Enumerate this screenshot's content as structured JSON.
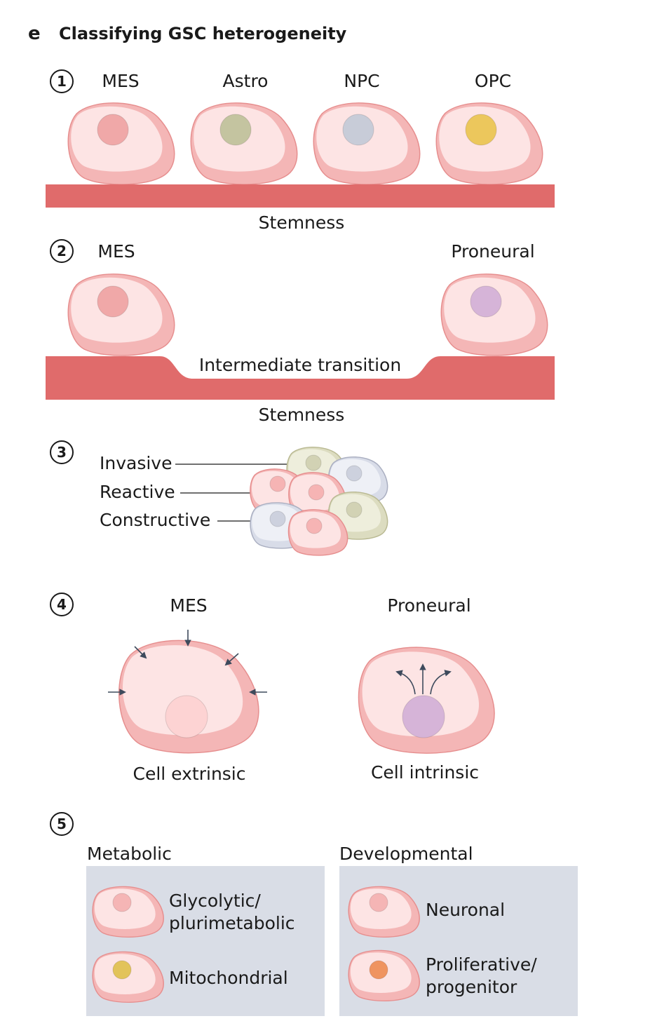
{
  "panel": {
    "letter": "e",
    "title": "Classifying GSC heterogeneity"
  },
  "colors": {
    "cell_fill": "#fde4e4",
    "cell_rim": "#f4b6b6",
    "cell_stroke": "#e68e8e",
    "bar": "#e06b6b",
    "box_bg": "#d9dde6",
    "arrow": "#3d4a5c"
  },
  "section1": {
    "number": "1",
    "labels": [
      "MES",
      "Astro",
      "NPC",
      "OPC"
    ],
    "nucleus_colors": [
      "#f0a8a8",
      "#c4c4a0",
      "#c8ccd8",
      "#ecc75c"
    ],
    "bar_label": "Stemness"
  },
  "section2": {
    "number": "2",
    "left_label": "MES",
    "right_label": "Proneural",
    "dip_label": "Intermediate transition",
    "bar_label": "Stemness",
    "nucleus_colors": [
      "#f0a8a8",
      "#d6b4d8"
    ]
  },
  "section3": {
    "number": "3",
    "labels": [
      "Invasive",
      "Reactive",
      "Constructive"
    ]
  },
  "section4": {
    "number": "4",
    "left_title": "MES",
    "right_title": "Proneural",
    "left_caption": "Cell extrinsic",
    "right_caption": "Cell intrinsic"
  },
  "section5": {
    "number": "5",
    "metabolic": {
      "title": "Metabolic",
      "items": [
        {
          "lines": [
            "Glycolytic/",
            "plurimetabolic"
          ],
          "nucleus_color": "#f5b5b5"
        },
        {
          "lines": [
            "Mitochondrial"
          ],
          "nucleus_color": "#e2c35a"
        }
      ]
    },
    "developmental": {
      "title": "Developmental",
      "items": [
        {
          "lines": [
            "Neuronal"
          ],
          "nucleus_color": "#f5b5b5"
        },
        {
          "lines": [
            "Proliferative/",
            "progenitor"
          ],
          "nucleus_color": "#ef9460"
        }
      ]
    }
  }
}
